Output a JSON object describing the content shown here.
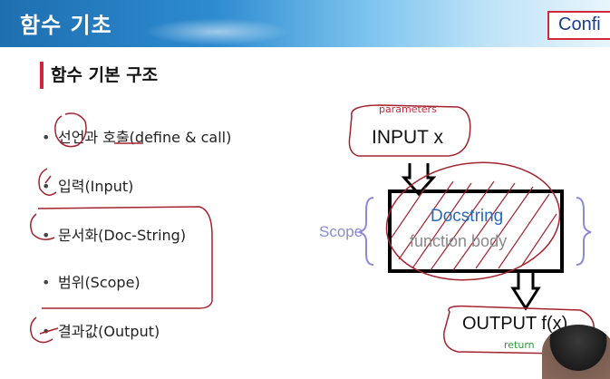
{
  "header": {
    "title": "함수 기초",
    "badge": "Confi"
  },
  "section": {
    "title": "함수 기본 구조"
  },
  "bullets": [
    {
      "marker": "•",
      "text": "선언과 호출(define & call)"
    },
    {
      "marker": "•",
      "text": "입력(Input)"
    },
    {
      "marker": "•",
      "text": "문서화(Doc-String)"
    },
    {
      "marker": "•",
      "text": "범위(Scope)"
    },
    {
      "marker": "•",
      "text": "결과값(Output)"
    }
  ],
  "diagram": {
    "parameters_label": "parameters",
    "input_label": "INPUT x",
    "docstring_label": "Docstring",
    "function_body_label": "function body",
    "scope_label": "Scope",
    "output_label": "OUTPUT f(x)",
    "return_label": "return"
  },
  "colors": {
    "accent": "#d0283a",
    "docstring": "#2a6ab8",
    "scope": "#8c8ad8",
    "return": "#2e9a3a",
    "ink": "#a3232e"
  }
}
